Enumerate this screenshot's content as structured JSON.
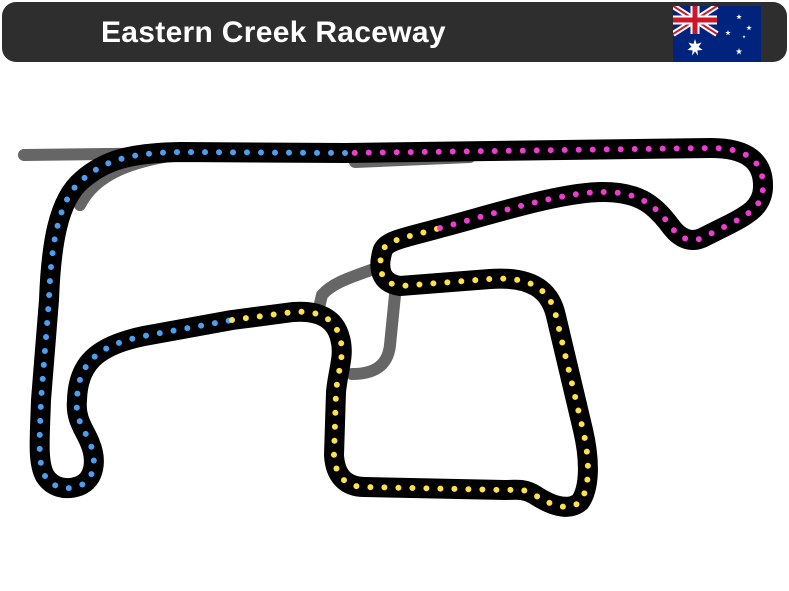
{
  "header": {
    "title": "Eastern Creek Raceway",
    "flag_icon": "australia-flag-icon"
  },
  "track": {
    "sectors": [
      {
        "name": "sector-1",
        "color": "#4a9ff0"
      },
      {
        "name": "sector-2",
        "color": "#ffe14a"
      },
      {
        "name": "sector-3",
        "color": "#ee3cd0"
      }
    ],
    "outline_color": "#000000",
    "alternate_layout_color": "#666666"
  }
}
